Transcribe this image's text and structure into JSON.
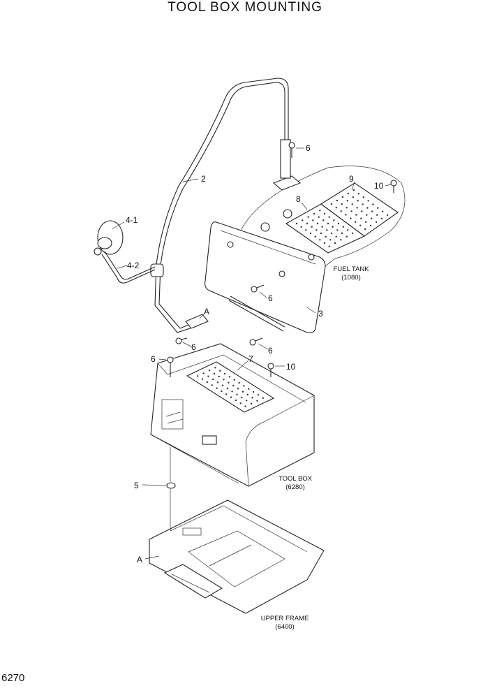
{
  "title": "TOOL BOX MOUNTING",
  "page_number": "6270",
  "callouts": {
    "c2": "2",
    "c3": "3",
    "c41": "4-1",
    "c42": "4-2",
    "c5": "5",
    "c6a": "6",
    "c6b": "6",
    "c6c": "6",
    "c6d": "6",
    "c6e": "6",
    "c7": "7",
    "c8": "8",
    "c9": "9",
    "c10a": "10",
    "c10b": "10",
    "ref_a1": "A",
    "ref_a2": "A"
  },
  "references": {
    "fuel_tank": {
      "name": "FUEL TANK",
      "code": "(1080)"
    },
    "tool_box": {
      "name": "TOOL BOX",
      "code": "(6280)"
    },
    "upper_frame": {
      "name": "UPPER FRAME",
      "code": "(6400)"
    }
  }
}
